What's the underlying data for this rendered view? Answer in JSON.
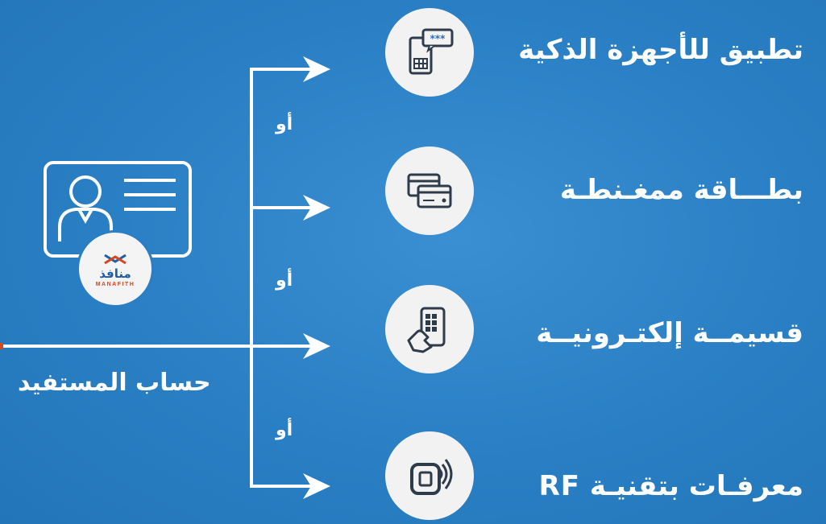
{
  "account_label": "حساب المستفيد",
  "logo": {
    "arabic": "منافذ",
    "latin": "MANAFITH"
  },
  "or_label": "أو",
  "methods": [
    {
      "label": "تطبيق للأجهزة الذكية",
      "icon": "smartphone-app-icon"
    },
    {
      "label": "بطـــاقة ممغـنطـة",
      "icon": "magnetic-card-icon"
    },
    {
      "label": "قسيمــة إلكتـرونيــة",
      "icon": "electronic-voucher-icon"
    },
    {
      "label": "معرفـات بتقنيـة RF",
      "icon": "rf-identifier-icon"
    }
  ],
  "colors": {
    "background": "#2a7fc4",
    "foreground": "#ffffff",
    "circle": "#f2f2f2",
    "icon_stroke": "#2e3b4a",
    "accent": "#d9451c"
  }
}
